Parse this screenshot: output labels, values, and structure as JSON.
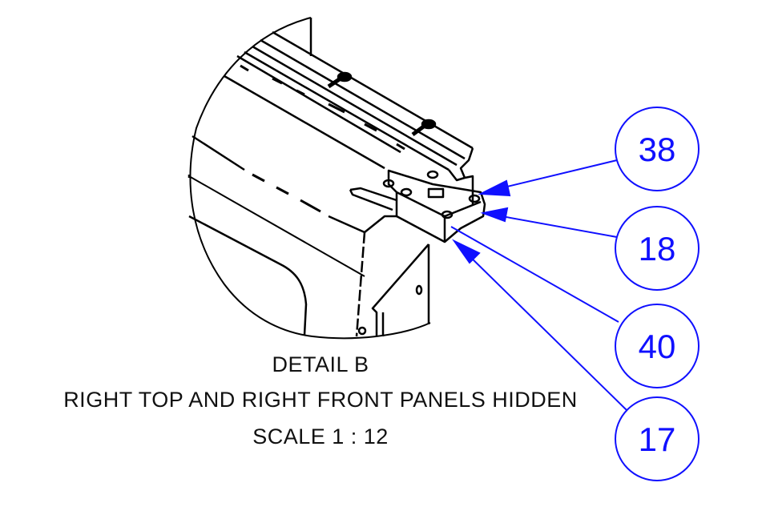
{
  "detail": {
    "title": "DETAIL B",
    "note": "RIGHT TOP AND RIGHT FRONT PANELS HIDDEN",
    "scale": "SCALE 1 : 12"
  },
  "balloons": [
    {
      "label": "38"
    },
    {
      "label": "18"
    },
    {
      "label": "40"
    },
    {
      "label": "17"
    }
  ],
  "colors": {
    "balloon": "#1010ff",
    "lines": "#000000"
  }
}
